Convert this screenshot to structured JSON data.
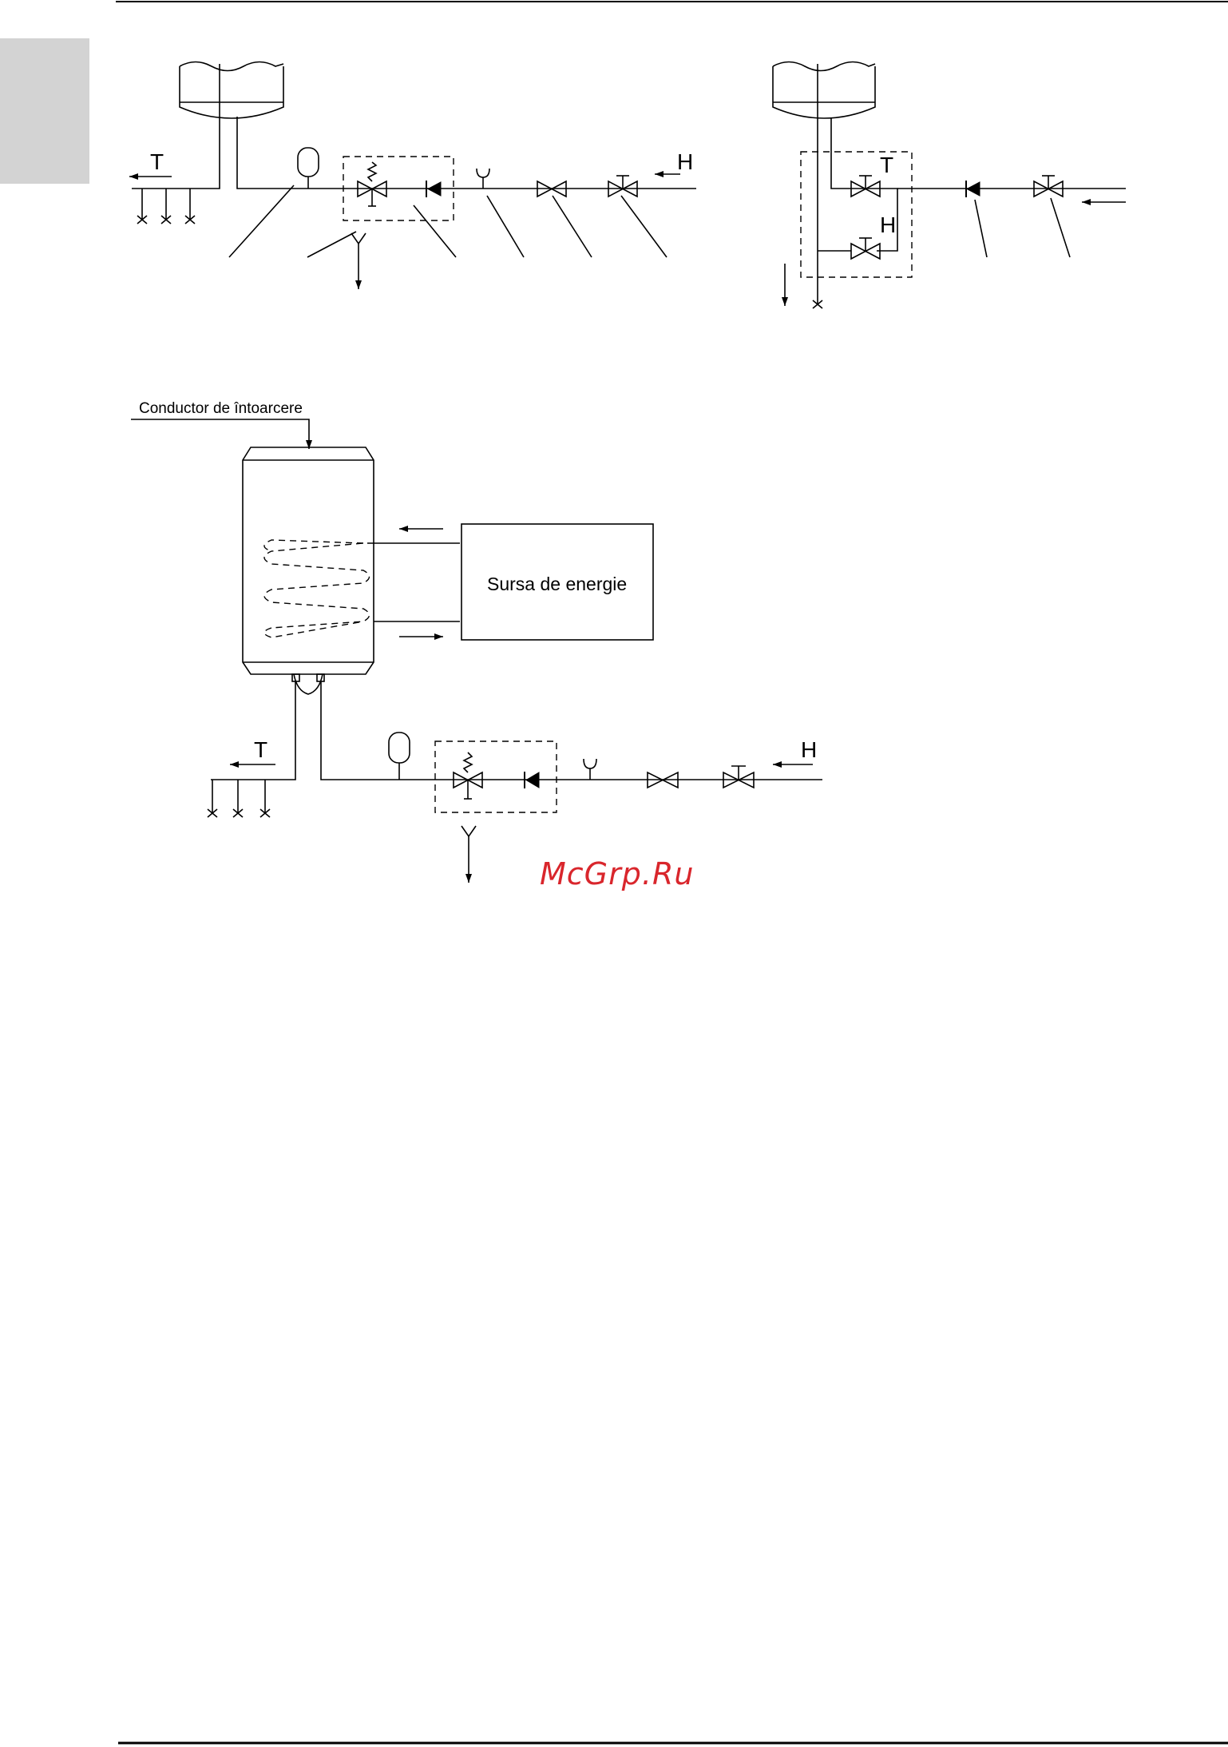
{
  "diagram_top_left": {
    "hot_label": "T",
    "cold_label": "H"
  },
  "diagram_top_right": {
    "hot_label": "T",
    "cold_label": "H"
  },
  "diagram_bottom": {
    "return_line_label": "Conductor de întoarcere",
    "energy_source_label": "Sursa de energie",
    "hot_label": "T",
    "cold_label": "H"
  },
  "watermark": "McGrp.Ru"
}
